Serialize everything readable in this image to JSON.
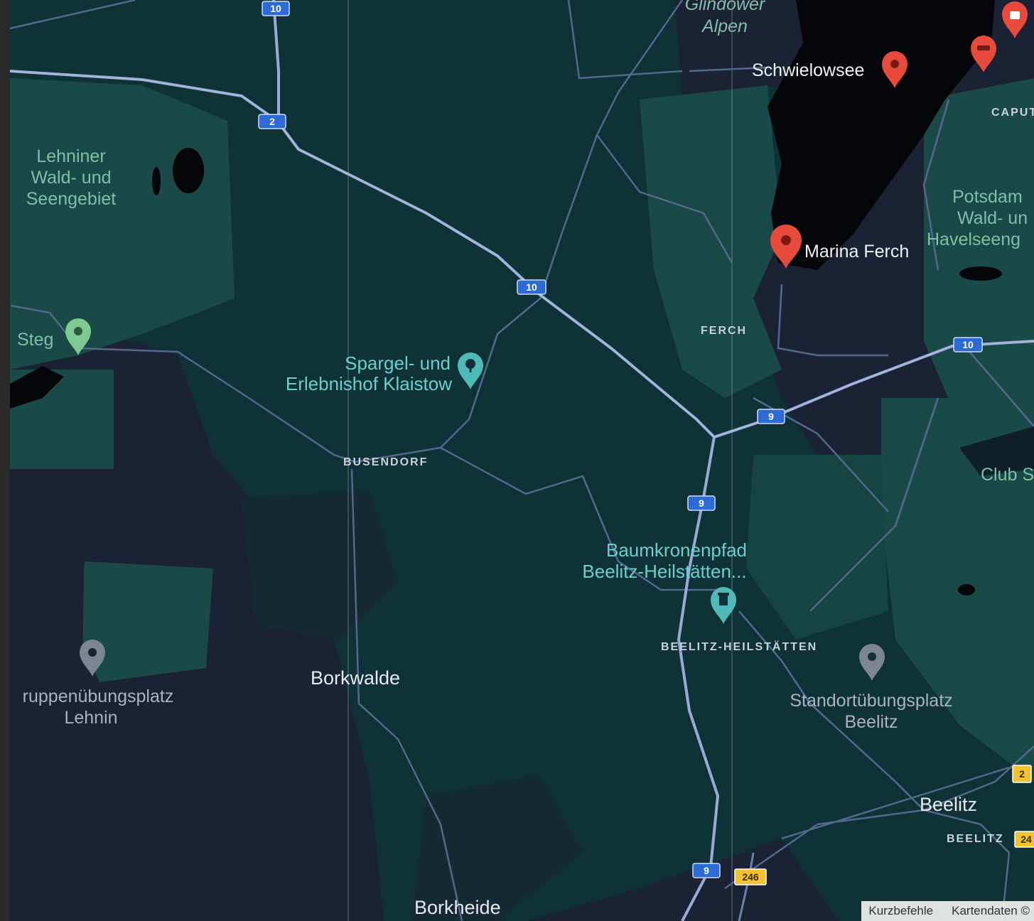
{
  "map": {
    "colors": {
      "forest_dark": "#1b2233",
      "forest_mid": "#0f3236",
      "forest_light": "#1a4a47",
      "water": "#05060a",
      "road": "#7f8fb8",
      "motorway": "#9aa9d6",
      "pin_red": "#e84b3c",
      "pin_green": "#7ec98f",
      "pin_teal": "#4fb8b8",
      "pin_gray": "#7d8590",
      "shield_blue": "#2c6bd6",
      "shield_yellow": "#f2c230"
    },
    "area_labels": [
      {
        "text_lines": [
          "Lehniner",
          "Wald- und",
          "Seengebiet"
        ],
        "style": "green"
      },
      {
        "text_lines": [
          "Glindower",
          "Alpen"
        ],
        "style": "green-italic"
      },
      {
        "text_lines": [
          "Potsdam",
          "Wald- un",
          "Havelseeng"
        ],
        "style": "green"
      },
      {
        "text_lines": [
          "ruppenübungsplatz",
          "Lehnin"
        ],
        "style": "gray"
      },
      {
        "text_lines": [
          "Standortübungsplatz",
          "Beelitz"
        ],
        "style": "gray"
      },
      {
        "text_lines": [
          "Club S"
        ],
        "style": "green"
      }
    ],
    "place_labels": {
      "schwielowsee": "Schwielowsee",
      "marina_ferch": "Marina Ferch",
      "steg": "Steg",
      "spargel_line1": "Spargel- und",
      "spargel_line2": "Erlebnishof Klaistow",
      "baumkronen_line1": "Baumkronenpfad",
      "baumkronen_line2": "Beelitz-Heilstätten...",
      "borkwalde": "Borkwalde",
      "borkheide": "Borkheide",
      "beelitz": "Beelitz"
    },
    "small_caps_labels": {
      "busendorf": "BUSENDORF",
      "ferch": "FERCH",
      "beelitz_heilstaetten": "BEELITZ-HEILSTÄTTEN",
      "beelitz_small": "BEELITZ",
      "caputh": "CAPUT"
    },
    "shields": {
      "a10_top": "10",
      "a2": "2",
      "a10_mid": "10",
      "a10_right": "10",
      "a9_right": "9",
      "a9_mid": "9",
      "a9_bottom": "9",
      "b246": "246",
      "b2_right": "2",
      "b24_right": "24"
    }
  },
  "attribution": {
    "shortcuts": "Kurzbefehle",
    "map_data": "Kartendaten ©"
  }
}
